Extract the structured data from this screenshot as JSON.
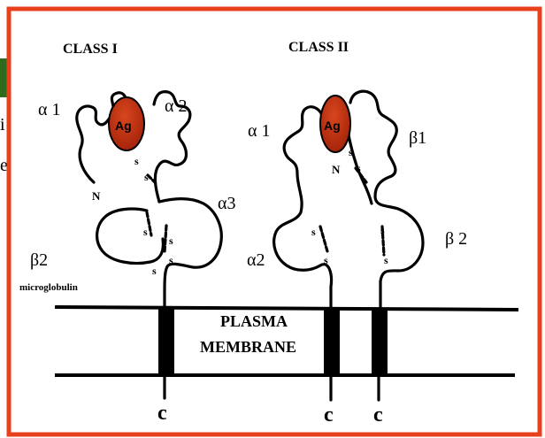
{
  "slide": {
    "frame_color": "#e8401c",
    "peeking_text": [
      "i",
      "e"
    ]
  },
  "diagram": {
    "class1": {
      "title": "CLASS I",
      "antigen": "Ag",
      "alpha1": "α 1",
      "alpha2": "α 2",
      "alpha3": "α3",
      "n_term": "N",
      "beta2": "β2",
      "beta2_sub": "microglobulin",
      "c_term": "c"
    },
    "class2": {
      "title": "CLASS II",
      "antigen": "Ag",
      "alpha1": "α 1",
      "beta1": "β1",
      "alpha2": "α2",
      "beta2": "β 2",
      "n_term": "N",
      "c_term_alpha": "c",
      "c_term_beta": "c"
    },
    "membrane": {
      "line1": "PLASMA",
      "line2": "MEMBRANE"
    },
    "disulfide": "s",
    "colors": {
      "antigen_fill": "#b52a0c",
      "antigen_fill_light": "#d8461e",
      "frame": "#e8401c",
      "ink": "#000000"
    }
  }
}
